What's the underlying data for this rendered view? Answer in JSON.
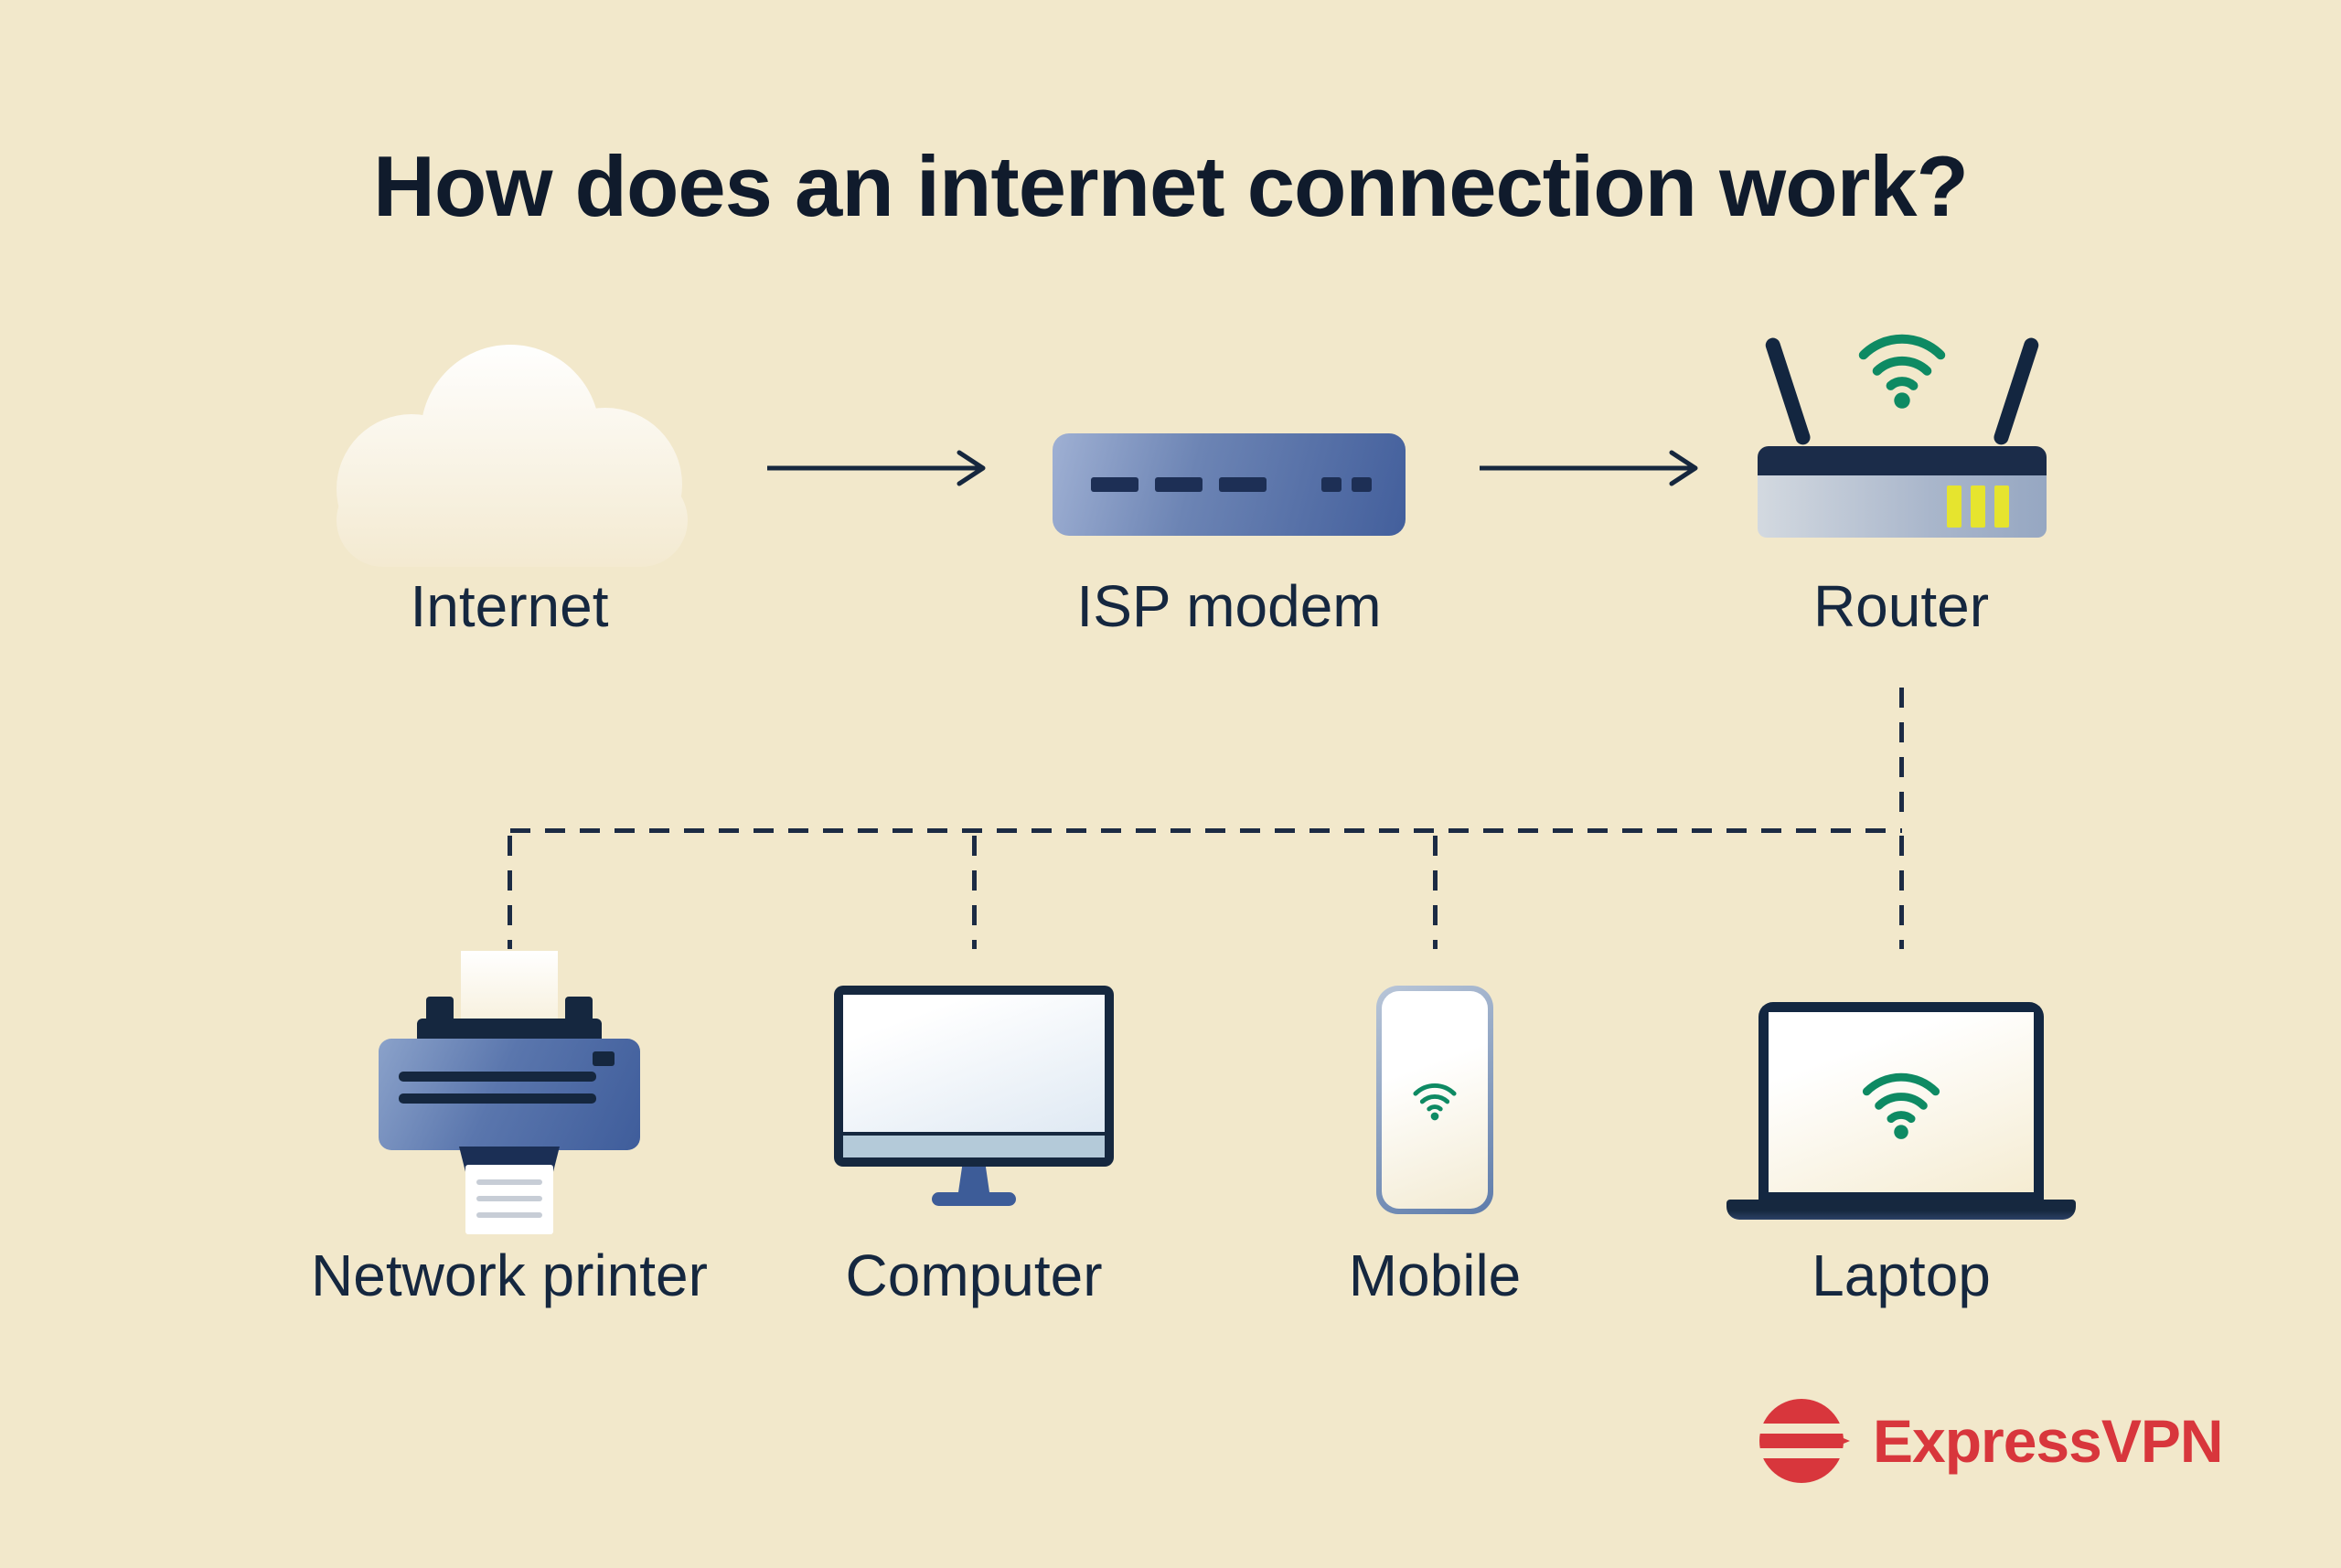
{
  "title": "How does an internet connection work?",
  "flow": {
    "internet": {
      "label": "Internet"
    },
    "modem": {
      "label": "ISP modem"
    },
    "router": {
      "label": "Router"
    }
  },
  "devices": {
    "printer": {
      "label": "Network printer"
    },
    "computer": {
      "label": "Computer"
    },
    "mobile": {
      "label": "Mobile"
    },
    "laptop": {
      "label": "Laptop"
    }
  },
  "brand": {
    "name": "ExpressVPN"
  },
  "icons": [
    "cloud-icon",
    "arrow-right-icon",
    "modem-icon",
    "router-icon",
    "wifi-icon",
    "printer-icon",
    "monitor-icon",
    "smartphone-icon",
    "laptop-icon",
    "expressvpn-logo-icon"
  ],
  "colors": {
    "background": "#f2e8cb",
    "ink": "#15273f",
    "wifi_green": "#0e8a63",
    "brand_red": "#d8363c",
    "led_yellow": "#e6e42e",
    "device_blue": "#435f9c"
  }
}
